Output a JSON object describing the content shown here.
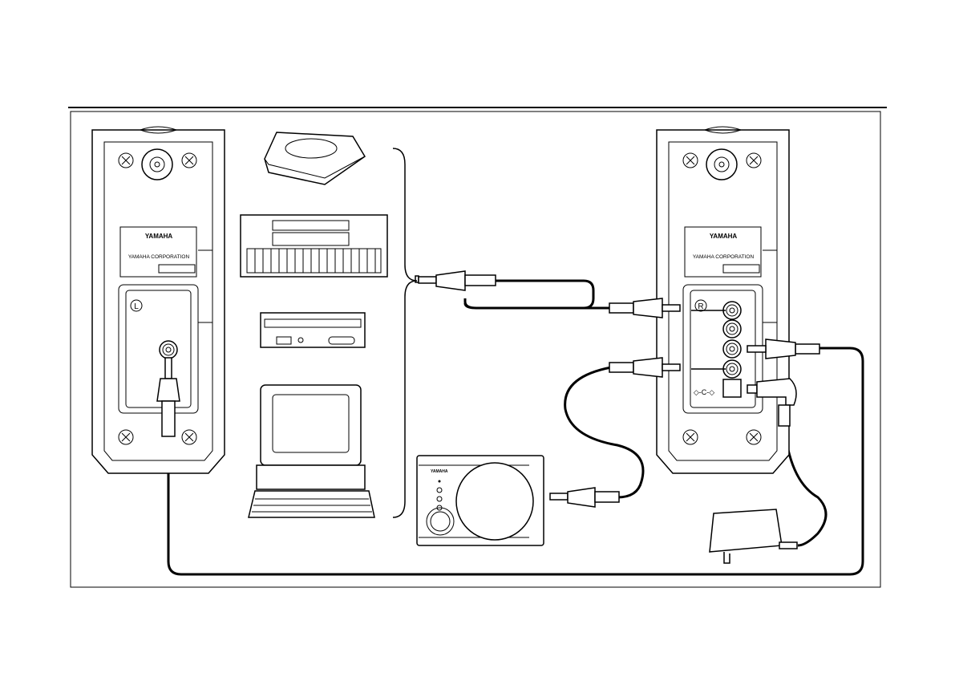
{
  "left_speaker": {
    "brand": "YAMAHA",
    "corporation": "YAMAHA CORPORATION",
    "channel": "L"
  },
  "right_speaker": {
    "brand": "YAMAHA",
    "corporation": "YAMAHA CORPORATION",
    "channel": "R"
  },
  "subwoofer": {
    "brand": "YAMAHA"
  },
  "sources": [
    "cd-player",
    "keyboard-synthesizer",
    "cd-rom-drive",
    "personal-computer"
  ],
  "colors": {
    "line": "#000000",
    "background": "#ffffff"
  }
}
